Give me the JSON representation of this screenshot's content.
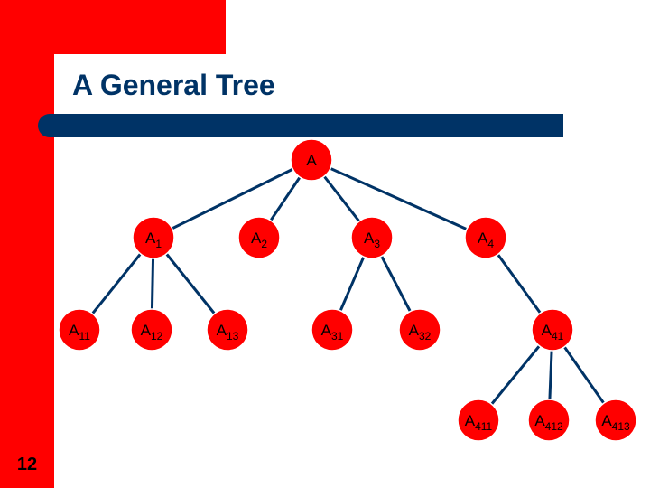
{
  "slide": {
    "title": "A General Tree",
    "number": "12"
  },
  "colors": {
    "accent_red": "#ff0000",
    "band_navy": "#003366",
    "edge_navy": "#003366",
    "background": "#ffffff"
  },
  "tree": {
    "nodes": [
      {
        "id": "A",
        "base": "A",
        "sub": ""
      },
      {
        "id": "A1",
        "base": "A",
        "sub": "1"
      },
      {
        "id": "A2",
        "base": "A",
        "sub": "2"
      },
      {
        "id": "A3",
        "base": "A",
        "sub": "3"
      },
      {
        "id": "A4",
        "base": "A",
        "sub": "4"
      },
      {
        "id": "A11",
        "base": "A",
        "sub": "11"
      },
      {
        "id": "A12",
        "base": "A",
        "sub": "12"
      },
      {
        "id": "A13",
        "base": "A",
        "sub": "13"
      },
      {
        "id": "A31",
        "base": "A",
        "sub": "31"
      },
      {
        "id": "A32",
        "base": "A",
        "sub": "32"
      },
      {
        "id": "A41",
        "base": "A",
        "sub": "41"
      },
      {
        "id": "A411",
        "base": "A",
        "sub": "411"
      },
      {
        "id": "A412",
        "base": "A",
        "sub": "412"
      },
      {
        "id": "A413",
        "base": "A",
        "sub": "413"
      }
    ],
    "edges": [
      [
        "A",
        "A1"
      ],
      [
        "A",
        "A2"
      ],
      [
        "A",
        "A3"
      ],
      [
        "A",
        "A4"
      ],
      [
        "A1",
        "A11"
      ],
      [
        "A1",
        "A12"
      ],
      [
        "A1",
        "A13"
      ],
      [
        "A3",
        "A31"
      ],
      [
        "A3",
        "A32"
      ],
      [
        "A4",
        "A41"
      ],
      [
        "A41",
        "A411"
      ],
      [
        "A41",
        "A412"
      ],
      [
        "A41",
        "A413"
      ]
    ]
  }
}
